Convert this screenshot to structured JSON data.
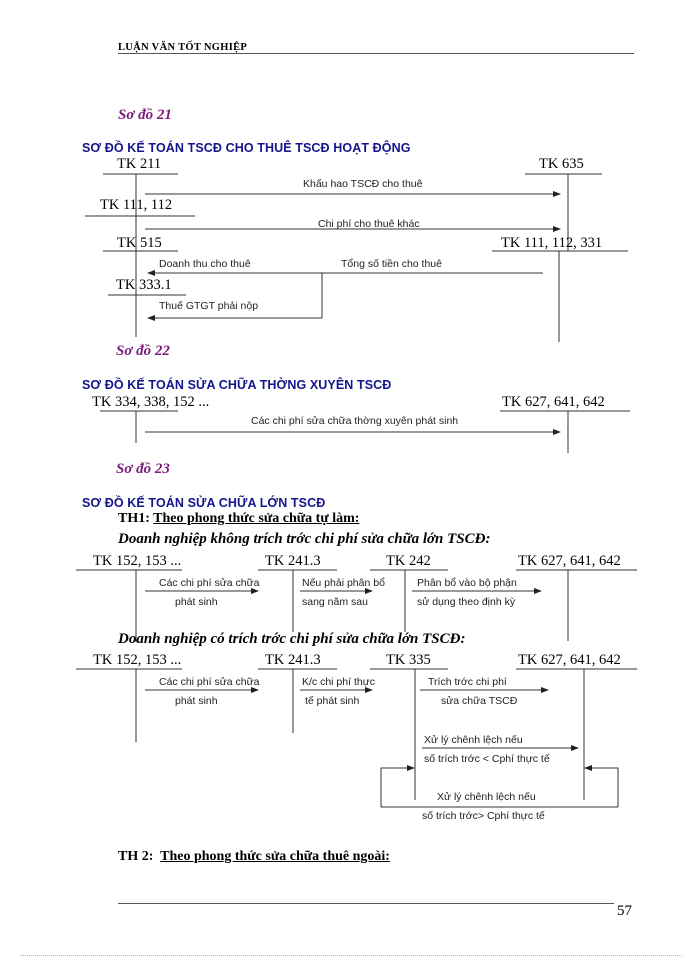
{
  "header": {
    "title": "LUẬN VĂN TỐT NGHIỆP"
  },
  "footer": {
    "page_number": "57"
  },
  "diagram21": {
    "label": "Sơ đồ 21",
    "title": "SƠ ĐỒ KẾ TOÁN TSCĐ CHO THUÊ TSCĐ HOẠT ĐỘNG",
    "accounts": {
      "tk211": "TK 211",
      "tk635": "TK 635",
      "tk111_112": "TK 111, 112",
      "tk515": "TK 515",
      "tk111_112_331": "TK 111, 112, 331",
      "tk3331": "TK 333.1"
    },
    "flows": {
      "depreciation": "Khấu hao TSCĐ cho thuê",
      "other_costs": "Chi phí cho thuê khác",
      "revenue": "Doanh thu cho thuê",
      "total_rent": "Tổng số tiền cho thuê",
      "vat": "Thuế GTGT phải nộp"
    }
  },
  "diagram22": {
    "label": "Sơ đồ 22",
    "title": "SƠ ĐỒ KẾ TOÁN SỬA CHỮA THỜNG   XUYÊN TSCĐ",
    "accounts": {
      "left": "TK 334, 338, 152 ...",
      "right": "TK 627, 641, 642"
    },
    "flows": {
      "regular_repair": "Các chi phí sửa chữa thờng   xuyên phát sinh"
    }
  },
  "diagram23": {
    "label": "Sơ đồ 23",
    "title": "SƠ ĐỒ KẾ TOÁN SỬA CHỮA LỚN TSCĐ",
    "th1": {
      "prefix": "TH1:",
      "text": "Theo phong   thức sửa chữa tự làm:"
    },
    "case_a": {
      "heading": "Doanh nghiệp không trích trớc   chi phí sửa chữa lớn TSCĐ:",
      "accounts": [
        "TK 152, 153 ...",
        "TK 241.3",
        "TK 242",
        "TK 627, 641, 642"
      ],
      "flows": [
        {
          "line1": "Các chi phí sửa chữa",
          "line2": "phát sinh"
        },
        {
          "line1": "Nếu phải phân bổ",
          "line2": "sang năm sau"
        },
        {
          "line1": "Phân bổ vào bộ phận",
          "line2": "sử dụng theo định kỳ"
        }
      ]
    },
    "case_b": {
      "heading": "Doanh nghiệp có trích trớc   chi phí sửa chữa lớn TSCĐ:",
      "accounts": [
        "TK 152, 153 ...",
        "TK 241.3",
        "TK 335",
        "TK 627, 641, 642"
      ],
      "flows": [
        {
          "line1": "Các chi phí sửa chữa",
          "line2": "phát sinh"
        },
        {
          "line1": "K/c chi phí thực",
          "line2": "tế phát sinh"
        },
        {
          "line1": "Trích trớc   chi phí",
          "line2": "sửa chữa TSCĐ"
        }
      ],
      "adjust_less": {
        "line1": "Xử lý chênh lệch nếu",
        "line2": "số trích trớc   < Cphí thực tế"
      },
      "adjust_more": {
        "line1": "Xử lý chênh lệch nếu",
        "line2": "số trích trớc>   Cphí thực tế"
      }
    },
    "th2": {
      "prefix": "TH 2:",
      "text": "Theo phong   thức sửa chữa thuê ngoài:"
    }
  }
}
